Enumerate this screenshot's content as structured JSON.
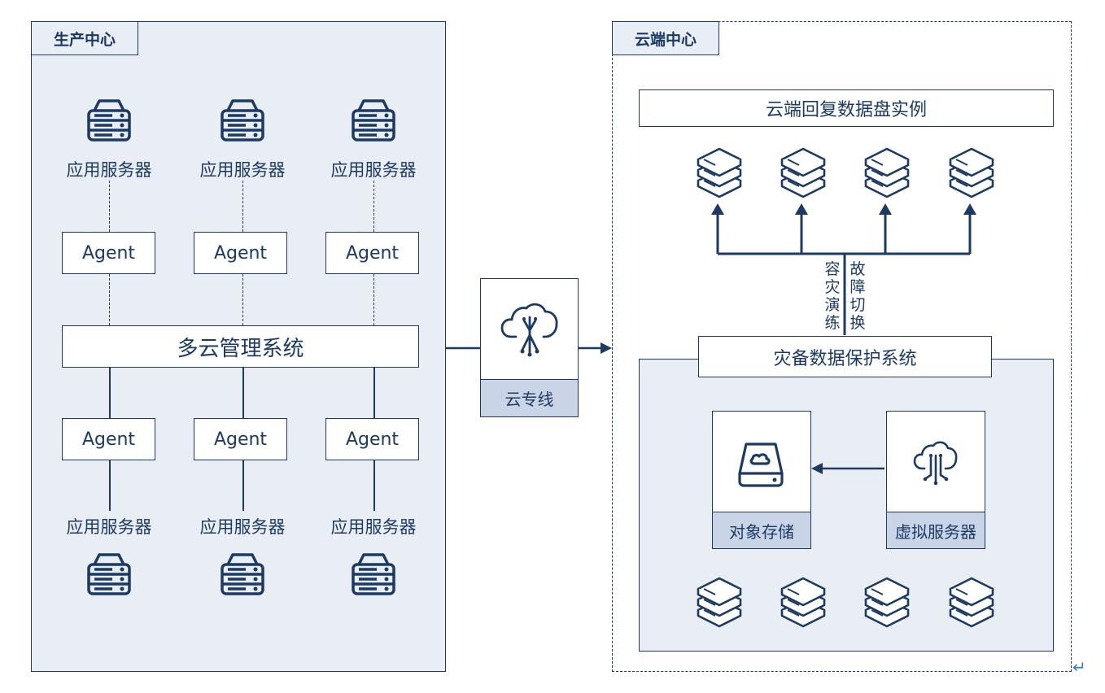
{
  "production": {
    "title": "生产中心",
    "server_label": "应用服务器",
    "agent_label": "Agent",
    "mgmt_system": "多云管理系统"
  },
  "link": {
    "label": "云专线"
  },
  "cloud": {
    "title": "云端中心",
    "recovery_instances": "云端回复数据盘实例",
    "drill_label": "容灾演练",
    "failover_label": "故障切换",
    "dr_system": "灾备数据保护系统",
    "object_storage": "对象存储",
    "virtual_server": "虚拟服务器"
  },
  "colors": {
    "line": "#1c3a63",
    "panel": "#e9eef5",
    "footer": "#c9d5e6"
  },
  "icons": [
    "server-icon",
    "cloud-network-icon",
    "storage-drive-icon",
    "stacked-server-icon",
    "return-arrow-icon"
  ]
}
